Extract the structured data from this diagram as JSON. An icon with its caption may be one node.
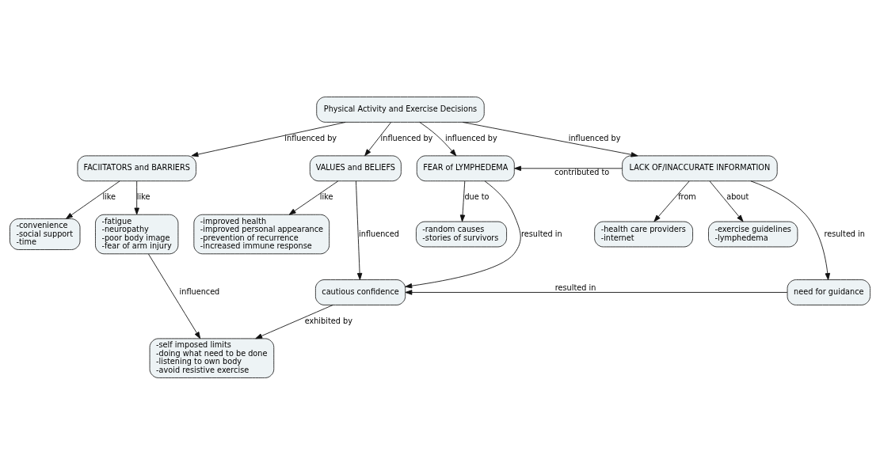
{
  "diagram": {
    "nodes": [
      {
        "text": [
          "Physical Activity and Exercise Decisions"
        ]
      },
      {
        "text": [
          "FACIITATORS and BARRIERS"
        ]
      },
      {
        "text": [
          "VALUES and BELIEFS"
        ]
      },
      {
        "text": [
          "FEAR of LYMPHEDEMA"
        ]
      },
      {
        "text": [
          "LACK OF/INACCURATE INFORMATION"
        ]
      },
      {
        "text": [
          "-convenience",
          "-social support",
          "-time"
        ]
      },
      {
        "text": [
          "-fatigue",
          "-neuropathy",
          "-poor body image",
          "-fear of arm injury"
        ]
      },
      {
        "text": [
          "-improved health",
          "-improved personal appearance",
          "-prevention of recurrence",
          "-increased immune response"
        ]
      },
      {
        "text": [
          "-random causes",
          "-stories of survivors"
        ]
      },
      {
        "text": [
          "-health care providers",
          "-internet"
        ]
      },
      {
        "text": [
          "-exercise guidelines",
          "-lymphedema"
        ]
      },
      {
        "text": [
          "cautious confidence"
        ]
      },
      {
        "text": [
          "need for guidance"
        ]
      },
      {
        "text": [
          "-self imposed limits",
          "-doing what need to be done",
          "-listening to own body",
          "-avoid resistive exercise"
        ]
      }
    ],
    "edges": [
      {
        "from": 0,
        "to": 1,
        "arrow": "to",
        "label": "influenced by"
      },
      {
        "from": 0,
        "to": 2,
        "arrow": "to",
        "label": "influenced by"
      },
      {
        "from": 0,
        "to": 3,
        "arrow": "to",
        "label": "influenced by"
      },
      {
        "from": 0,
        "to": 4,
        "arrow": "to",
        "label": "influenced by"
      },
      {
        "from": 1,
        "to": 5,
        "arrow": "to",
        "label": "like"
      },
      {
        "from": 1,
        "to": 6,
        "arrow": "to",
        "label": "like"
      },
      {
        "from": 2,
        "to": 7,
        "arrow": "to",
        "label": "like"
      },
      {
        "from": 2,
        "to": 11,
        "arrow": "to",
        "label": "influenced"
      },
      {
        "from": 4,
        "to": 3,
        "arrow": "to",
        "label": "contributed to"
      },
      {
        "from": 3,
        "to": 11,
        "arrow": "to",
        "label": "resulted in"
      },
      {
        "from": 3,
        "to": 8,
        "arrow": "to",
        "label": "due to"
      },
      {
        "from": 4,
        "to": 9,
        "arrow": "to",
        "label": "from"
      },
      {
        "from": 4,
        "to": 12,
        "arrow": "to",
        "label": "resulted in"
      },
      {
        "from": 4,
        "to": 10,
        "arrow": "to",
        "label": "about"
      },
      {
        "from": 6,
        "to": 13,
        "arrow": "to",
        "label": "influenced"
      },
      {
        "from": 12,
        "to": 11,
        "arrow": "to",
        "label": "resulted in"
      },
      {
        "from": 11,
        "to": 13,
        "arrow": "to",
        "label": "exhibited by"
      }
    ]
  }
}
